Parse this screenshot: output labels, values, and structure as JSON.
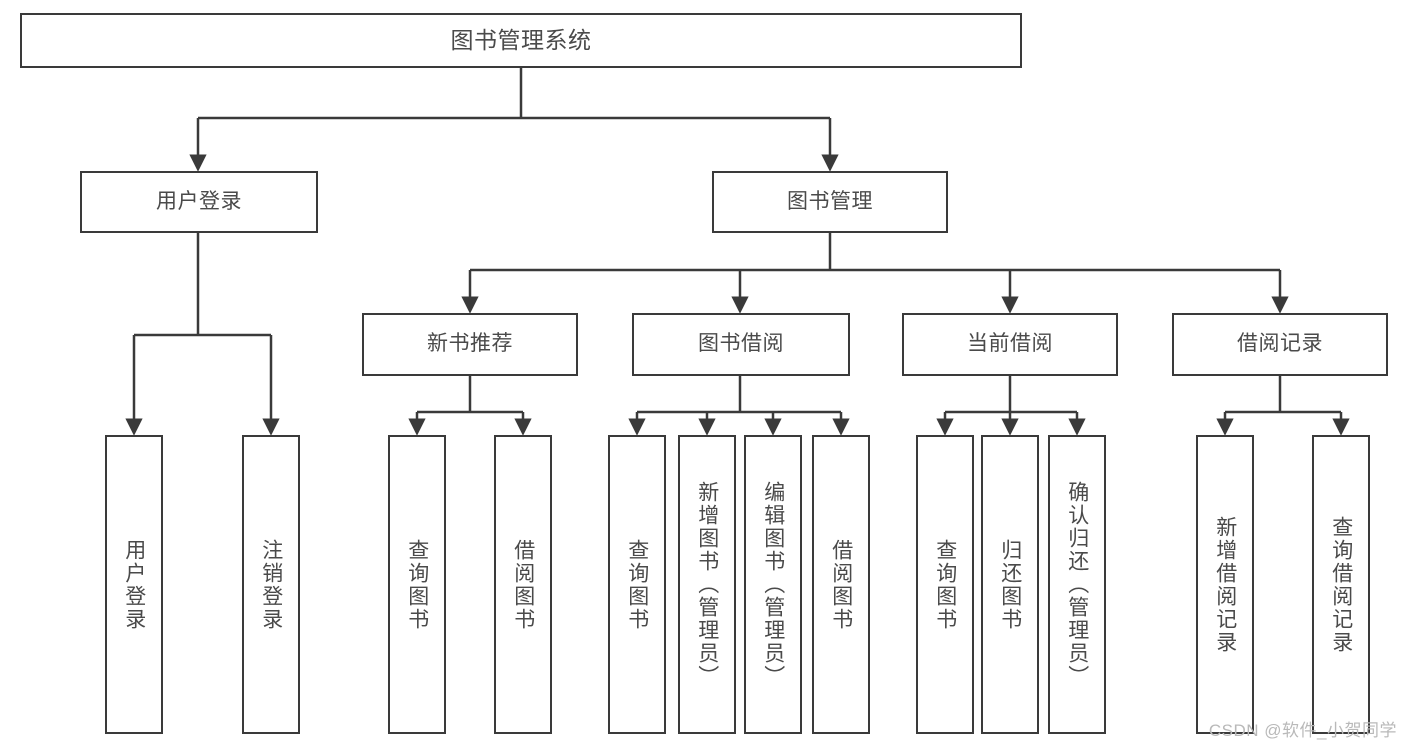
{
  "diagram": {
    "title": "图书管理系统",
    "type": "tree-hierarchy",
    "root": {
      "label": "图书管理系统"
    },
    "level1": [
      {
        "label": "用户登录"
      },
      {
        "label": "图书管理"
      }
    ],
    "level2": [
      {
        "label": "新书推荐"
      },
      {
        "label": "图书借阅"
      },
      {
        "label": "当前借阅"
      },
      {
        "label": "借阅记录"
      }
    ],
    "leaves": {
      "user_login": [
        {
          "label": "用户登录"
        },
        {
          "label": "注销登录"
        }
      ],
      "new_book_recommend": [
        {
          "label": "查询图书"
        },
        {
          "label": "借阅图书"
        }
      ],
      "book_borrow": [
        {
          "label": "查询图书"
        },
        {
          "label": "新增图书（管理员）"
        },
        {
          "label": "编辑图书（管理员）"
        },
        {
          "label": "借阅图书"
        }
      ],
      "current_borrow": [
        {
          "label": "查询图书"
        },
        {
          "label": "归还图书"
        },
        {
          "label": "确认归还（管理员）"
        }
      ],
      "borrow_record": [
        {
          "label": "新增借阅记录"
        },
        {
          "label": "查询借阅记录"
        }
      ]
    }
  },
  "watermark": {
    "text": "CSDN @软件_小贺同学"
  },
  "colors": {
    "border": "#3a3a3a",
    "text": "#4a4a4a",
    "background": "#ffffff",
    "watermark": "#b9b9b9"
  }
}
